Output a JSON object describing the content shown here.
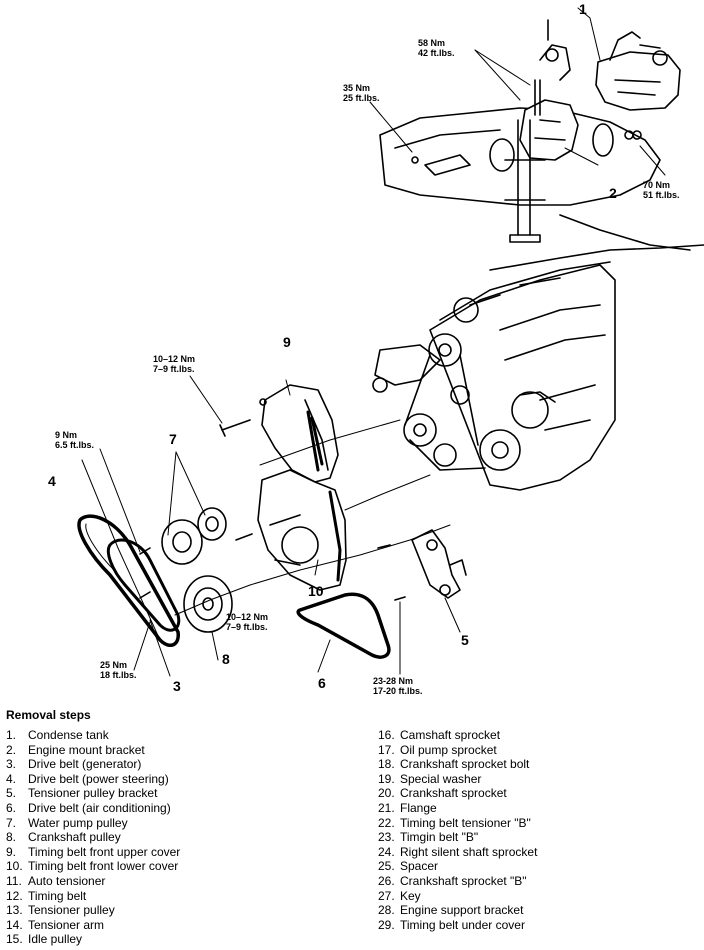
{
  "callouts": [
    {
      "id": "1",
      "label": "1"
    },
    {
      "id": "2",
      "label": "2"
    },
    {
      "id": "3",
      "label": "3"
    },
    {
      "id": "4",
      "label": "4"
    },
    {
      "id": "5",
      "label": "5"
    },
    {
      "id": "6",
      "label": "6"
    },
    {
      "id": "7",
      "label": "7"
    },
    {
      "id": "8",
      "label": "8"
    },
    {
      "id": "9",
      "label": "9"
    },
    {
      "id": "10",
      "label": "10"
    }
  ],
  "torques": [
    {
      "nm": "58 Nm",
      "ft": "42 ft.lbs."
    },
    {
      "nm": "35 Nm",
      "ft": "25 ft.lbs."
    },
    {
      "nm": "70 Nm",
      "ft": "51 ft.lbs."
    },
    {
      "nm": "10–12 Nm",
      "ft": "7–9 ft.lbs."
    },
    {
      "nm": "9 Nm",
      "ft": "6.5 ft.lbs."
    },
    {
      "nm": "10–12 Nm",
      "ft": "7–9 ft.lbs."
    },
    {
      "nm": "25 Nm",
      "ft": "18 ft.lbs."
    },
    {
      "nm": "23-28 Nm",
      "ft": "17-20 ft.lbs."
    }
  ],
  "steps_title": "Removal steps",
  "steps": [
    {
      "num": "1.",
      "text": "Condense tank"
    },
    {
      "num": "2.",
      "text": "Engine mount bracket"
    },
    {
      "num": "3.",
      "text": "Drive belt (generator)"
    },
    {
      "num": "4.",
      "text": "Drive belt (power steering)"
    },
    {
      "num": "5.",
      "text": "Tensioner pulley bracket"
    },
    {
      "num": "6.",
      "text": "Drive belt (air conditioning)"
    },
    {
      "num": "7.",
      "text": "Water pump pulley"
    },
    {
      "num": "8.",
      "text": "Crankshaft pulley"
    },
    {
      "num": "9.",
      "text": "Timing belt front upper cover"
    },
    {
      "num": "10.",
      "text": "Timing belt front lower cover"
    },
    {
      "num": "11.",
      "text": "Auto tensioner"
    },
    {
      "num": "12.",
      "text": "Timing belt"
    },
    {
      "num": "13.",
      "text": "Tensioner pulley"
    },
    {
      "num": "14.",
      "text": "Tensioner arm"
    },
    {
      "num": "15.",
      "text": "Idle pulley"
    },
    {
      "num": "16.",
      "text": "Camshaft sprocket"
    },
    {
      "num": "17.",
      "text": "Oil pump sprocket"
    },
    {
      "num": "18.",
      "text": "Crankshaft sprocket bolt"
    },
    {
      "num": "19.",
      "text": "Special washer"
    },
    {
      "num": "20.",
      "text": "Crankshaft sprocket"
    },
    {
      "num": "21.",
      "text": "Flange"
    },
    {
      "num": "22.",
      "text": "Timing belt tensioner \"B\""
    },
    {
      "num": "23.",
      "text": "Timgin belt \"B\""
    },
    {
      "num": "24.",
      "text": "Right silent shaft sprocket"
    },
    {
      "num": "25.",
      "text": "Spacer"
    },
    {
      "num": "26.",
      "text": "Crankshaft sprocket \"B\""
    },
    {
      "num": "27.",
      "text": "Key"
    },
    {
      "num": "28.",
      "text": "Engine support bracket"
    },
    {
      "num": "29.",
      "text": "Timing belt under cover"
    }
  ]
}
